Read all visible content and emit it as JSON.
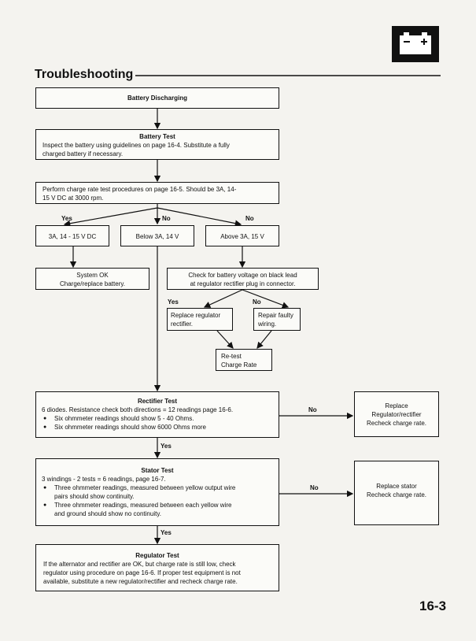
{
  "page": {
    "title": "Troubleshooting",
    "page_number": "16-3",
    "battery_icon": "battery-icon"
  },
  "flow": {
    "start": "Battery Discharging",
    "battery_test": {
      "title": "Battery Test",
      "line1": "Inspect the battery using guidelines on page 16-4. Substitute a fully",
      "line2": "charged battery if necessary."
    },
    "charge_rate": {
      "line1": "Perform charge rate test procedures on page 16-5. Should be 3A, 14-",
      "line2": "15 V DC at 3000 rpm."
    },
    "labels": {
      "yes": "Yes",
      "no": "No"
    },
    "result_ok": "3A, 14 - 15 V DC",
    "result_below": "Below 3A, 14 V",
    "result_above": "Above 3A, 15 V",
    "system_ok": {
      "line1": "System OK",
      "line2": "Charge/replace battery."
    },
    "check_voltage": {
      "line1": "Check for battery voltage on black lead",
      "line2": "at regulator rectifier plug in connector."
    },
    "replace_regulator": {
      "line1": "Replace regulator",
      "line2": "rectifier."
    },
    "repair_wiring": {
      "line1": "Repair faulty",
      "line2": "wiring."
    },
    "retest": {
      "line1": "Re-test",
      "line2": "Charge Rate"
    },
    "rectifier_test": {
      "title": "Rectifier Test",
      "line1": "6 diodes. Resistance check both directions = 12 readings page 16-6.",
      "bullet1": "Six ohmmeter readings should show 5 - 40 Ohms.",
      "bullet2": "Six ohmmeter readings should show 6000 Ohms more"
    },
    "replace_reg_rect": {
      "line1": "Replace",
      "line2": "Regulator/rectifier",
      "line3": "Recheck charge rate."
    },
    "stator_test": {
      "title": "Stator Test",
      "line1": "3 windings - 2 tests = 6 readings, page 16-7.",
      "bullet1a": "Three ohmmeter readings, measured between yellow output wire",
      "bullet1b": "pairs should show continuity.",
      "bullet2a": "Three ohmmeter readings, measured between each yellow wire",
      "bullet2b": "and ground should show no continuity."
    },
    "replace_stator": {
      "line1": "Replace stator",
      "line2": "Recheck charge rate."
    },
    "regulator_test": {
      "title": "Regulator Test",
      "line1": "If the alternator and rectifier are OK, but charge rate is still low, check",
      "line2": "regulator using procedure on page 16-6. If proper test equipment is not",
      "line3": "available, substitute a new regulator/rectifier and recheck charge rate."
    }
  }
}
